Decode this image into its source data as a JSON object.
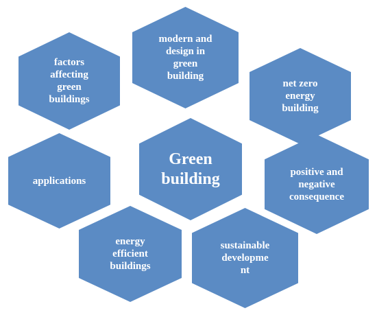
{
  "colors": {
    "hexagon_fill": "#5b8bc4",
    "text": "#ffffff",
    "background": "#ffffff"
  },
  "center": {
    "label": "Green\nbuilding"
  },
  "nodes": {
    "factors": {
      "label": "factors\naffecting\ngreen\nbuildings"
    },
    "modern": {
      "label": "modern and\ndesign in\ngreen\nbuilding"
    },
    "netzero": {
      "label": "net zero\nenergy\nbuilding"
    },
    "apps": {
      "label": "applications"
    },
    "positive": {
      "label": "positive and\nnegative\nconsequence"
    },
    "energy": {
      "label": "energy\nefficient\nbuildings"
    },
    "sustain": {
      "label": "sustainable\ndevelopme\nnt"
    }
  }
}
